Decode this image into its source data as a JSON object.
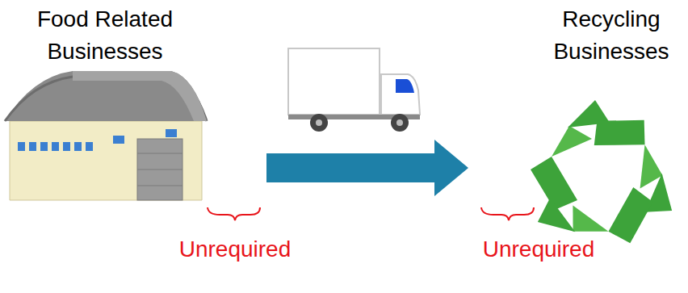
{
  "diagram": {
    "nodes": [
      {
        "text": [
          "Food Related Businesses"
        ]
      },
      {
        "text": [
          "Recycling Businesses"
        ]
      }
    ],
    "edges": [
      {
        "from": 0,
        "to": 1,
        "arrow": "to"
      }
    ],
    "labels": [
      "Unrequired",
      "Unrequired"
    ]
  }
}
